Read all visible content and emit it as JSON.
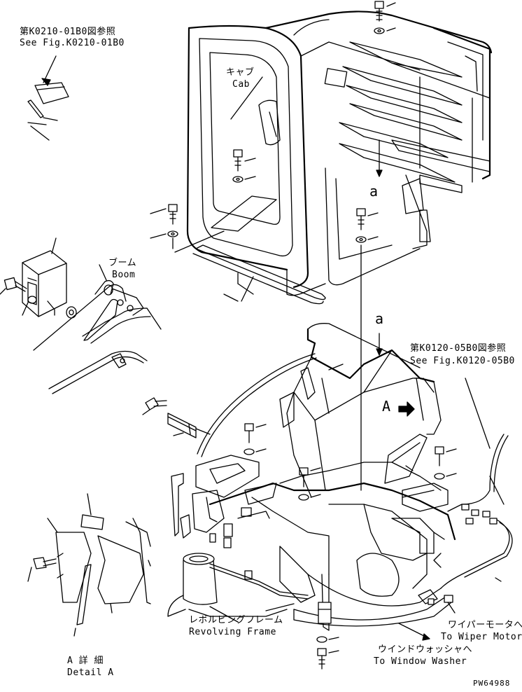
{
  "labels": {
    "ref_top_jp": "第K0210-01B0図参照",
    "ref_top_en": "See Fig.K0210-01B0",
    "cab_jp": "キャブ",
    "cab_en": "Cab",
    "marker_a_upper": "a",
    "marker_a_lower": "a",
    "boom_jp": "ブーム",
    "boom_en": "Boom",
    "ref_right_jp": "第K0120-05B0図参照",
    "ref_right_en": "See Fig.K0120-05B0",
    "view_a": "A",
    "frame_jp": "レボルビングフレーム",
    "frame_en": "Revolving Frame",
    "wiper_jp": "ワイパーモータへ",
    "wiper_en": "To Wiper Motor",
    "washer_jp": "ウインドウォッシャへ",
    "washer_en": "To Window Washer",
    "detail_jp": "A 詳 細",
    "detail_en": "Detail A",
    "drawing_no": "PW64988"
  }
}
